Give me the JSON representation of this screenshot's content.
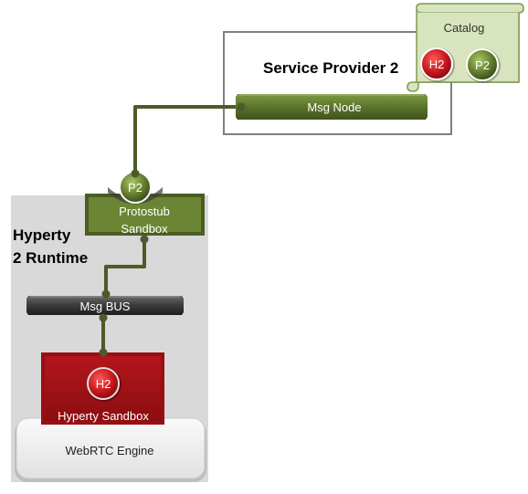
{
  "service_provider": {
    "title": "Service Provider 2",
    "msg_node_label": "Msg Node"
  },
  "catalog": {
    "title": "Catalog",
    "items": [
      {
        "label": "H2",
        "color": "#c8161d"
      },
      {
        "label": "P2",
        "color": "#5f7a2b"
      }
    ]
  },
  "runtime": {
    "title_line1": "Hyperty",
    "title_line2": "2 Runtime",
    "protostub_badge": "P2",
    "protostub_line1": "Protostub",
    "protostub_line2": "Sandbox",
    "msg_bus_label": "Msg BUS",
    "hyperty_badge": "H2",
    "hyperty_sandbox_label": "Hyperty Sandbox",
    "webrtc_label": "WebRTC Engine"
  },
  "colors": {
    "green_dark": "#4a5e22",
    "green_mid": "#6b8535",
    "red_dark": "#9a0f12",
    "red_mid": "#b5161b",
    "connector": "#4d5a2a",
    "runtime_bg": "#d9d9d9",
    "catalog_bg": "#d7e4bd"
  }
}
